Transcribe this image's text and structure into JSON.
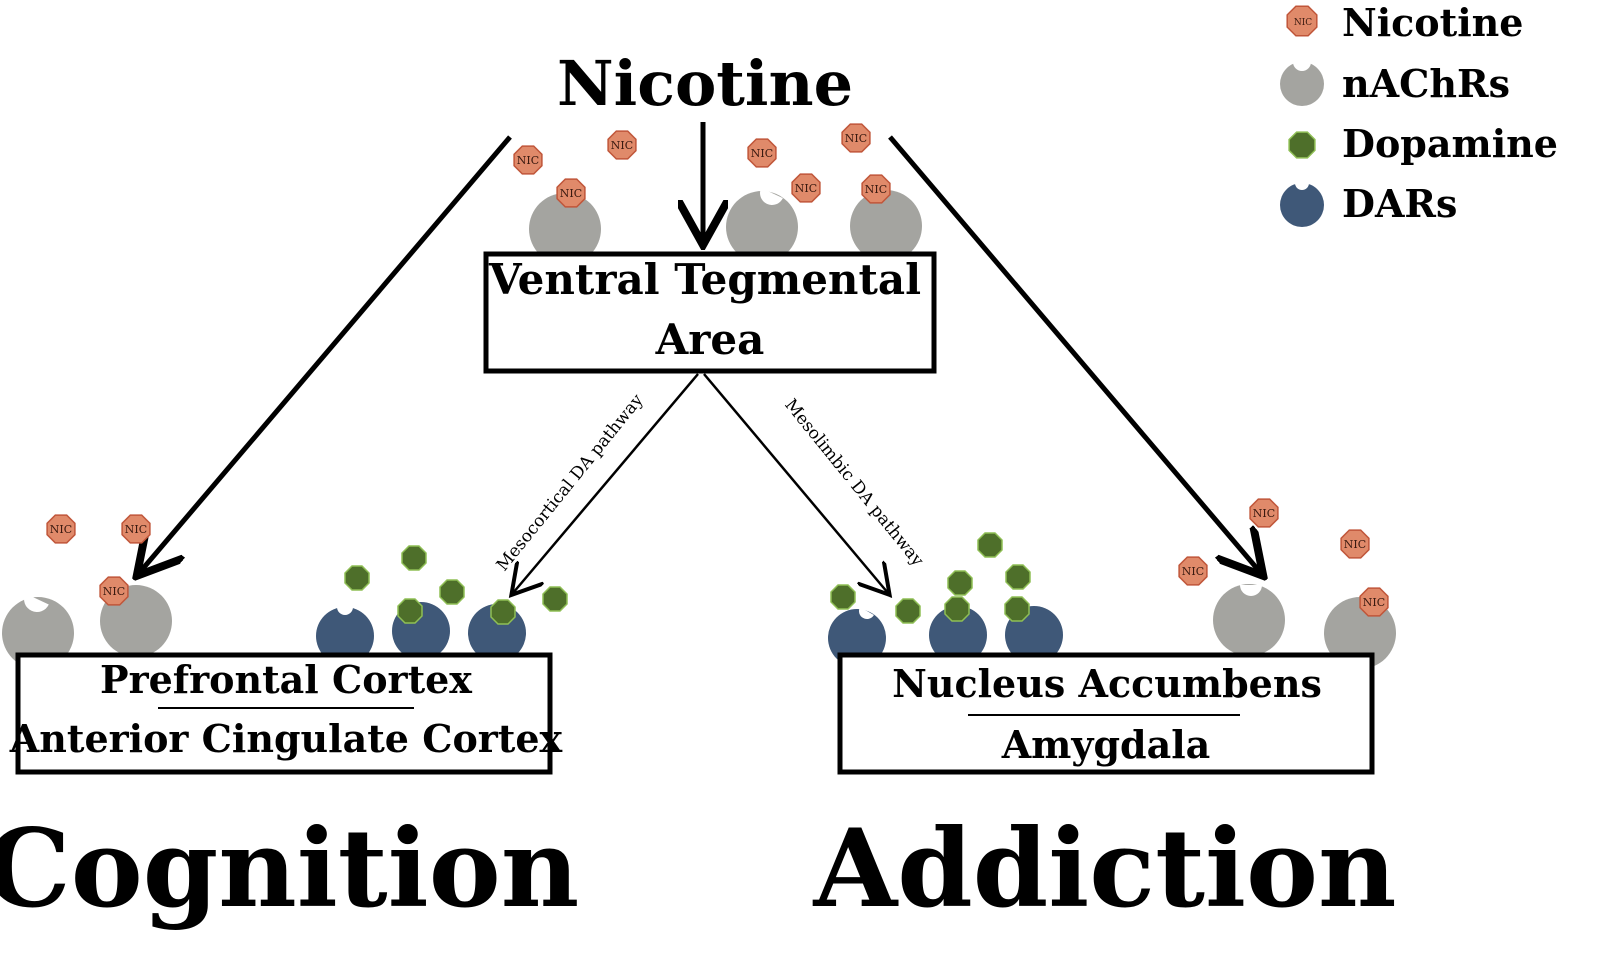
{
  "title": "Nicotine",
  "legend": {
    "items": [
      {
        "label": "Nicotine",
        "icon": "nicotine-icon"
      },
      {
        "label": "nAChRs",
        "icon": "nachr-receptor-icon"
      },
      {
        "label": "Dopamine",
        "icon": "dopamine-icon"
      },
      {
        "label": "DARs",
        "icon": "dar-receptor-icon"
      }
    ]
  },
  "nicotine_token": "NIC",
  "vta": {
    "line1": "Ventral Tegmental",
    "line2": "Area"
  },
  "pfc_box": {
    "line1": "Prefrontal Cortex",
    "line2": "Anterior Cingulate Cortex"
  },
  "nac_box": {
    "line1": "Nucleus Accumbens",
    "line2": "Amygdala"
  },
  "pathways": {
    "mesocortical": "Mesocortical DA pathway",
    "mesolimbic": "Mesolimbic DA pathway"
  },
  "outcomes": {
    "left": "Cognition",
    "right": "Addiction"
  },
  "colors": {
    "nicotine_fill": "#E08A6A",
    "nicotine_stroke": "#C0563A",
    "nachr_fill": "#A4A4A0",
    "dopamine_fill": "#4E6F2A",
    "dopamine_stroke": "#8FBF55",
    "dar_fill": "#3F5878",
    "line": "#000000"
  }
}
